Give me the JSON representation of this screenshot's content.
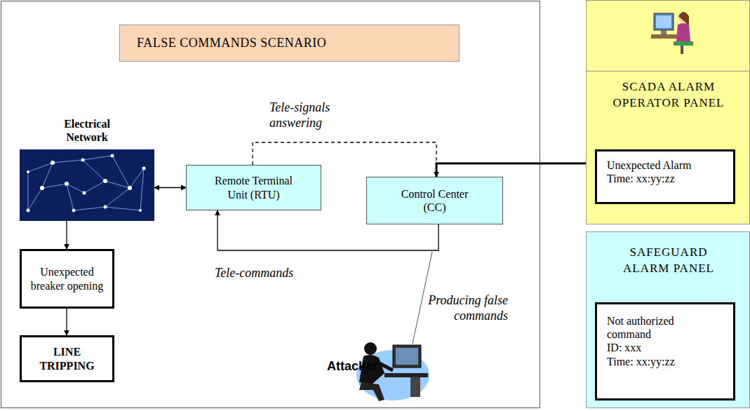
{
  "diagram": {
    "nodes": [
      {
        "text": [
          "FALSE COMMANDS SCENARIO"
        ]
      },
      {
        "text": [
          "Electrical Network"
        ]
      },
      {
        "text": [
          "Remote Terminal Unit (RTU)"
        ]
      },
      {
        "text": [
          "Control Center (CC)"
        ]
      },
      {
        "text": [
          "Unexpected breaker opening"
        ]
      },
      {
        "text": [
          "LINE TRIPPING"
        ]
      },
      {
        "text": [
          "SCADA ALARM OPERATOR PANEL"
        ]
      },
      {
        "text": [
          "Unexpected Alarm",
          "Time: xx:yy:zz"
        ],
        "in": 6
      },
      {
        "text": [
          "SAFEGUARD ALARM PANEL"
        ]
      },
      {
        "text": [
          "Not authorized command",
          "ID: xxx",
          "Time: xx:yy:zz"
        ],
        "in": 8
      }
    ],
    "edges": [
      {
        "from": 1,
        "to": 2,
        "arrow": "both"
      },
      {
        "from": 2,
        "to": 3,
        "arrow": "to",
        "label": "Tele-signals answering"
      },
      {
        "from": 3,
        "to": 7,
        "arrow": "to"
      },
      {
        "from": 3,
        "to": 2,
        "arrow": "to",
        "label": "Tele-commands"
      },
      {
        "from": 1,
        "to": 4,
        "arrow": "to"
      },
      {
        "from": 4,
        "to": 5,
        "arrow": "to"
      }
    ],
    "labels": [
      "Producing false commands",
      "Attacker"
    ]
  }
}
